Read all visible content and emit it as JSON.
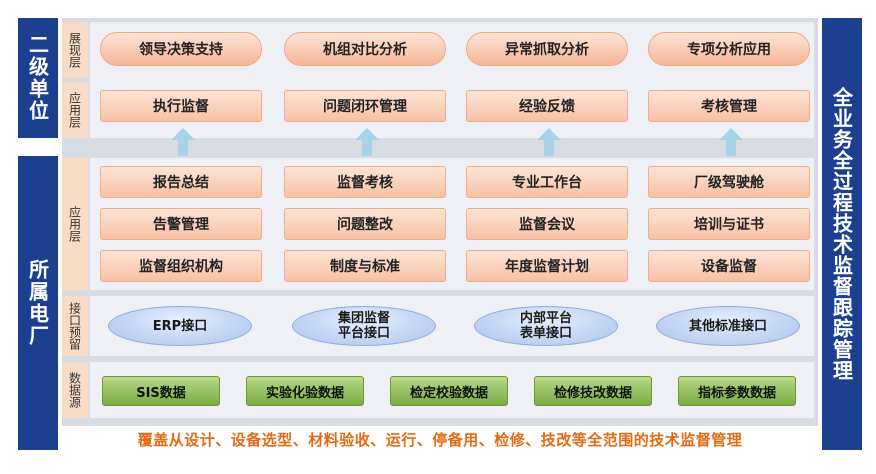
{
  "left_labels": {
    "top": "二级单位",
    "bottom": "所属电厂"
  },
  "right_label": "全业务全过程技术监督跟踪管理",
  "layers": {
    "display": "展现层",
    "app_top": "应用层",
    "app_main": "应用层",
    "interface": "接口预留",
    "data_source": "数据源"
  },
  "display_items": [
    "领导决策支持",
    "机组对比分析",
    "异常抓取分析",
    "专项分析应用"
  ],
  "app_top_items": [
    "执行监督",
    "问题闭环管理",
    "经验反馈",
    "考核管理"
  ],
  "app_main_rows": [
    [
      "报告总结",
      "监督考核",
      "专业工作台",
      "厂级驾驶舱"
    ],
    [
      "告警管理",
      "问题整改",
      "监督会议",
      "培训与证书"
    ],
    [
      "监督组织机构",
      "制度与标准",
      "年度监督计划",
      "设备监督"
    ]
  ],
  "interfaces": [
    {
      "line1": "ERP接口",
      "line2": ""
    },
    {
      "line1": "集团监督",
      "line2": "平台接口"
    },
    {
      "line1": "内部平台",
      "line2": "表单接口"
    },
    {
      "line1": "其他标准接口",
      "line2": ""
    }
  ],
  "data_sources": [
    "SIS数据",
    "实验化验数据",
    "检定校验数据",
    "检修技改数据",
    "指标参数数据"
  ],
  "footer": "覆盖从设计、设备选型、材料验收、运行、停备用、检修、技改等全范围的技术监督管理",
  "colors": {
    "navy": "#1d3f8f",
    "peach": "#f8dcc8",
    "footer_text": "#e46a14",
    "green": "#7aab43",
    "ellipse": "#a9c3ee"
  }
}
